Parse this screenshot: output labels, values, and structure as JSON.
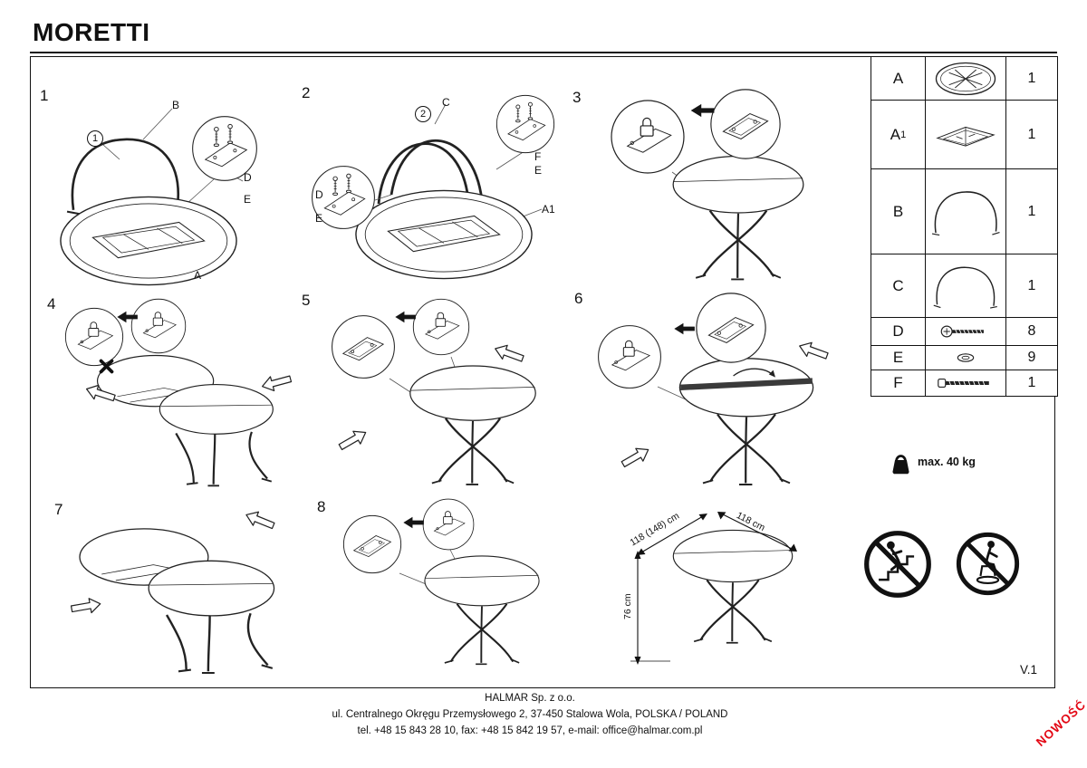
{
  "title": "MORETTI",
  "version": "V.1",
  "new_badge": "NOWOŚĆ",
  "weight_label": "max. 40 kg",
  "steps": [
    {
      "num": "1"
    },
    {
      "num": "2"
    },
    {
      "num": "3"
    },
    {
      "num": "4"
    },
    {
      "num": "5"
    },
    {
      "num": "6"
    },
    {
      "num": "7"
    },
    {
      "num": "8"
    }
  ],
  "step_labels": {
    "s1": {
      "b": "B",
      "circ": "1",
      "d": "D",
      "e": "E",
      "a": "A"
    },
    "s2": {
      "c": "C",
      "circ": "2",
      "d": "D",
      "e": "E",
      "f": "F",
      "e2": "E",
      "a1": "A1"
    }
  },
  "parts": [
    {
      "id": "A",
      "sub": "",
      "qty": "1"
    },
    {
      "id": "A",
      "sub": "1",
      "qty": "1"
    },
    {
      "id": "B",
      "sub": "",
      "qty": "1"
    },
    {
      "id": "C",
      "sub": "",
      "qty": "1"
    },
    {
      "id": "D",
      "sub": "",
      "qty": "8"
    },
    {
      "id": "E",
      "sub": "",
      "qty": "9"
    },
    {
      "id": "F",
      "sub": "",
      "qty": "1"
    }
  ],
  "dimensions": {
    "diameter_extended": "118 (148) cm",
    "diameter": "118 cm",
    "height": "76 cm"
  },
  "footer": {
    "company": "HALMAR Sp. z o.o.",
    "address": "ul. Centralnego Okręgu Przemysłowego 2, 37-450 Stalowa Wola, POLSKA / POLAND",
    "contact": "tel. +48 15 843 28 10, fax: +48 15 842 19 57, e-mail: office@halmar.com.pl"
  }
}
